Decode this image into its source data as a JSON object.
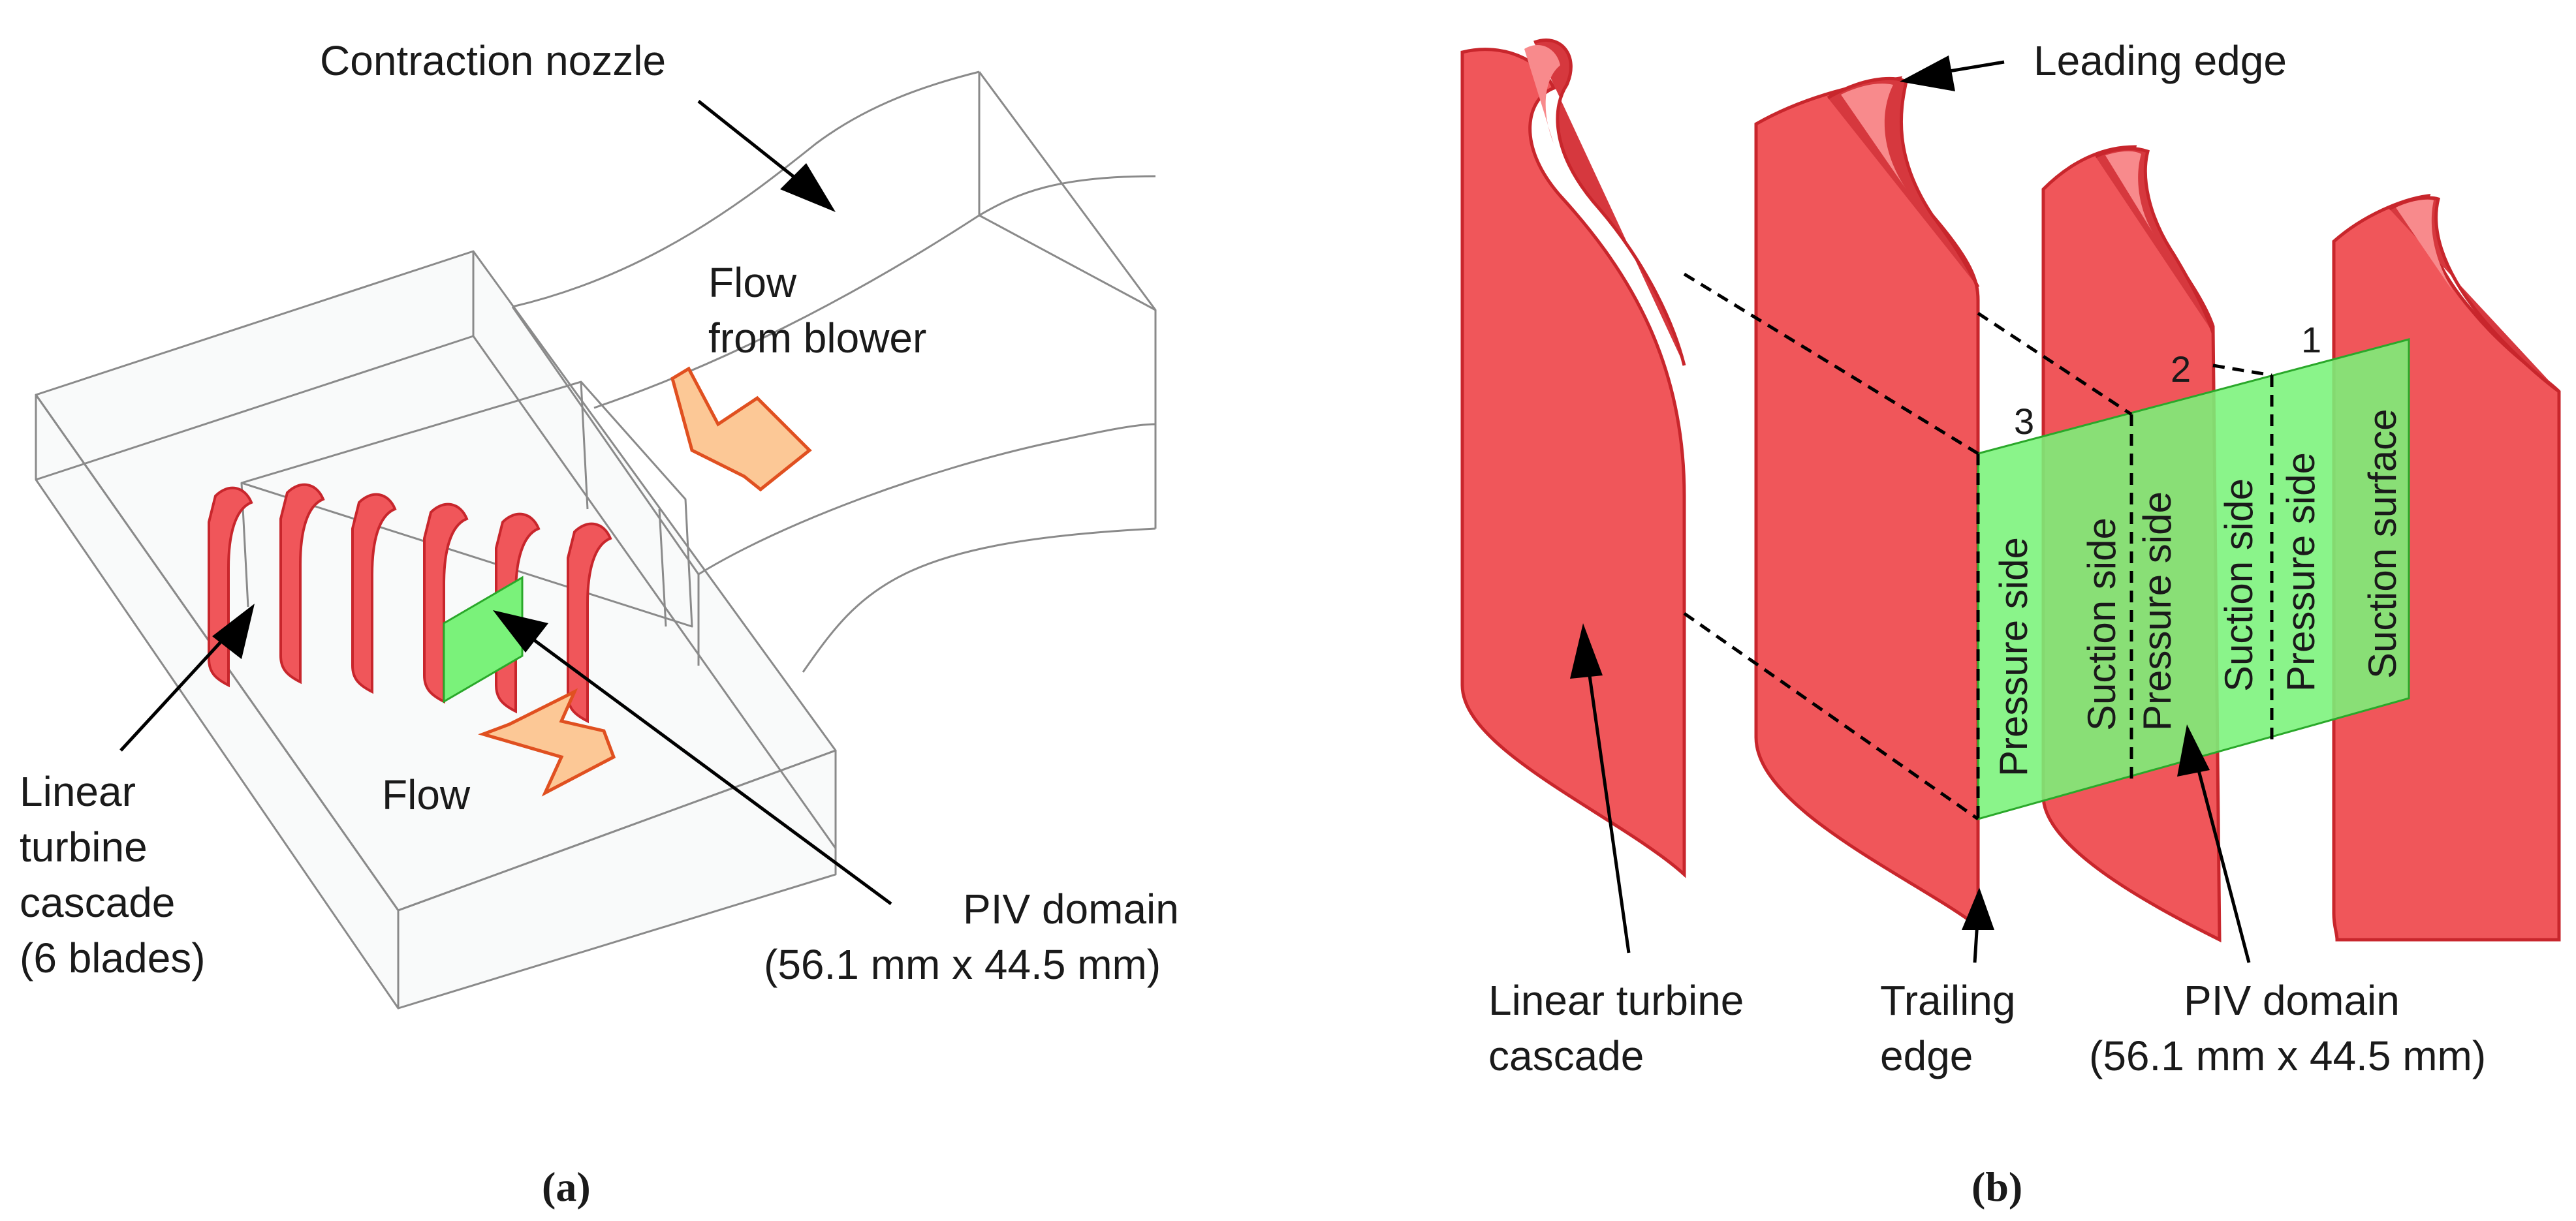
{
  "colors": {
    "blade": "#f0565a",
    "blade_dark": "#c8262c",
    "blade_light": "#f88a8c",
    "piv_domain": "#7af27a",
    "arrow_fill": "#fcc896",
    "arrow_stroke": "#e05020"
  },
  "panel_a": {
    "caption": "(a)",
    "labels": {
      "contraction_nozzle": "Contraction nozzle",
      "flow_from_blower_1": "Flow",
      "flow_from_blower_2": "from blower",
      "flow": "Flow",
      "cascade_1": "Linear",
      "cascade_2": "turbine",
      "cascade_3": "cascade",
      "cascade_4": "(6 blades)",
      "piv_1": "PIV domain",
      "piv_2": "(56.1 mm x 44.5 mm)"
    }
  },
  "panel_b": {
    "caption": "(b)",
    "labels": {
      "leading_edge": "Leading edge",
      "cascade_1": "Linear turbine",
      "cascade_2": "cascade",
      "trailing_1": "Trailing",
      "trailing_2": "edge",
      "piv_1": "PIV domain",
      "piv_2": "(56.1 mm x 44.5 mm)"
    },
    "passage_numbers": [
      "3",
      "2",
      "1"
    ],
    "side_labels": [
      "Pressure side",
      "Suction side",
      "Pressure side",
      "Suction side",
      "Pressure side",
      "Suction surface"
    ]
  }
}
